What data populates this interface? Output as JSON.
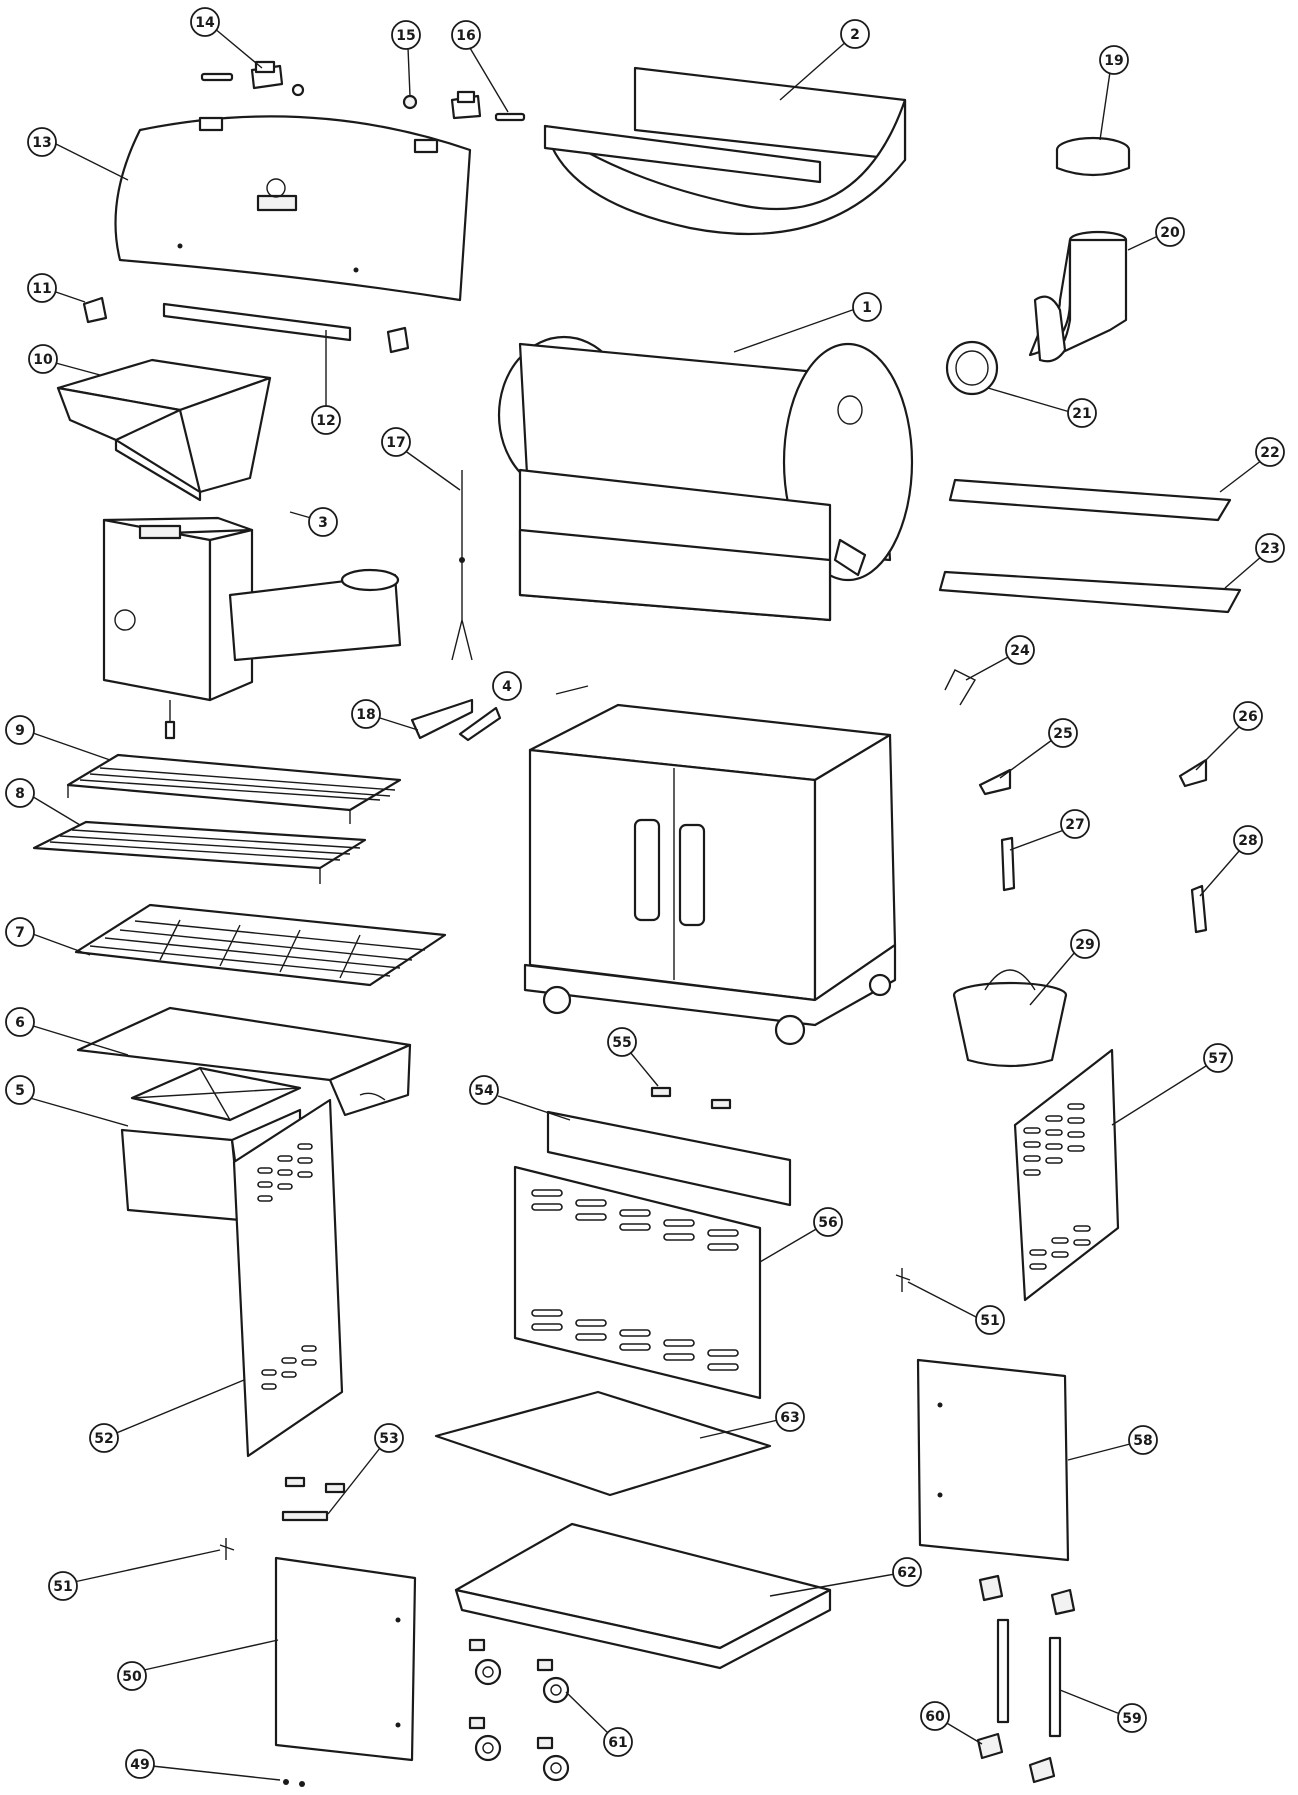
{
  "callouts": [
    {
      "id": "1"
    },
    {
      "id": "2"
    },
    {
      "id": "3"
    },
    {
      "id": "4"
    },
    {
      "id": "5"
    },
    {
      "id": "6"
    },
    {
      "id": "7"
    },
    {
      "id": "8"
    },
    {
      "id": "9"
    },
    {
      "id": "10"
    },
    {
      "id": "11"
    },
    {
      "id": "12"
    },
    {
      "id": "13"
    },
    {
      "id": "14"
    },
    {
      "id": "15"
    },
    {
      "id": "16"
    },
    {
      "id": "17"
    },
    {
      "id": "18"
    },
    {
      "id": "19"
    },
    {
      "id": "20"
    },
    {
      "id": "21"
    },
    {
      "id": "22"
    },
    {
      "id": "23"
    },
    {
      "id": "24"
    },
    {
      "id": "25"
    },
    {
      "id": "26"
    },
    {
      "id": "27"
    },
    {
      "id": "28"
    },
    {
      "id": "29"
    },
    {
      "id": "49"
    },
    {
      "id": "50"
    },
    {
      "id": "51"
    },
    {
      "id": "51"
    },
    {
      "id": "52"
    },
    {
      "id": "53"
    },
    {
      "id": "54"
    },
    {
      "id": "55"
    },
    {
      "id": "56"
    },
    {
      "id": "57"
    },
    {
      "id": "58"
    },
    {
      "id": "59"
    },
    {
      "id": "60"
    },
    {
      "id": "61"
    },
    {
      "id": "62"
    },
    {
      "id": "63"
    }
  ]
}
